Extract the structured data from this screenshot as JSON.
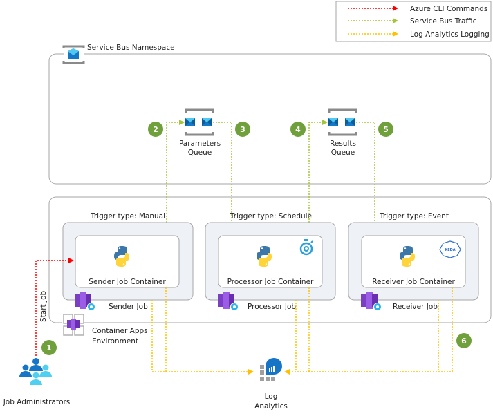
{
  "legend": {
    "items": [
      {
        "label": "Azure CLI Commands",
        "color": "#ff0000"
      },
      {
        "label": "Service Bus Traffic",
        "color": "#a4c639"
      },
      {
        "label": "Log Analytics Logging",
        "color": "#ffc000"
      }
    ]
  },
  "namespace": {
    "label": "Service Bus Namespace"
  },
  "queues": [
    {
      "line1": "Parameters",
      "line2": "Queue"
    },
    {
      "line1": "Results",
      "line2": "Queue"
    }
  ],
  "environment": {
    "line1": "Container Apps",
    "line2": "Environment"
  },
  "jobs": [
    {
      "trigger": "Trigger type: Manual",
      "container": "Sender Job Container",
      "job": "Sender Job"
    },
    {
      "trigger": "Trigger type: Schedule",
      "container": "Processor Job Container",
      "job": "Processor Job"
    },
    {
      "trigger": "Trigger type: Event",
      "container": "Receiver Job Container",
      "job": "Receiver Job"
    }
  ],
  "steps": [
    "1",
    "2",
    "3",
    "4",
    "5",
    "6"
  ],
  "admins": {
    "label": "Job Administrators",
    "action": "Start Job"
  },
  "log_analytics": {
    "line1": "Log",
    "line2": "Analytics"
  },
  "keda_label": "KEDA",
  "colors": {
    "step_badge": "#70a03c",
    "box_border": "#a6a6a6",
    "job_fill": "#eef1f6"
  }
}
